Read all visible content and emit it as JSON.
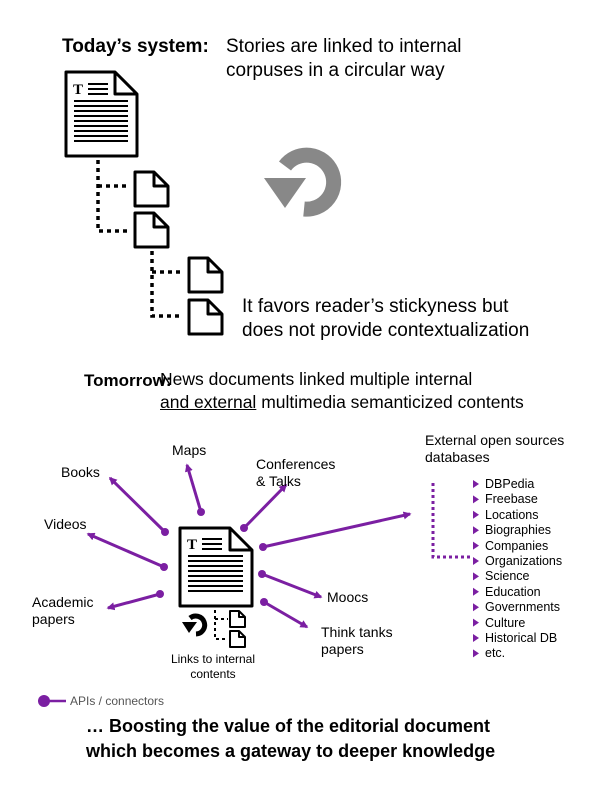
{
  "top": {
    "heading": "Today’s system:",
    "description_line1": "Stories are linked to internal",
    "description_line2": "corpuses in a circular way",
    "note_line1": "It favors reader’s stickyness but",
    "note_line2": "does not provide contextualization"
  },
  "middle": {
    "heading": "Tomorrow:",
    "description_line1": "News documents linked multiple internal",
    "description_line2_underlined": "and external",
    "description_line2_rest": " multimedia semanticized contents"
  },
  "targets": {
    "maps": "Maps",
    "books": "Books",
    "conferences_line1": "Conferences",
    "conferences_line2": "& Talks",
    "videos": "Videos",
    "academic_line1": "Academic",
    "academic_line2": "papers",
    "moocs": "Moocs",
    "think_tanks_line1": "Think tanks",
    "think_tanks_line2": "papers",
    "internal_links_line1": "Links to internal",
    "internal_links_line2": "contents"
  },
  "external": {
    "title_line1": "External open sources",
    "title_line2": "databases",
    "sources": [
      "DBPedia",
      "Freebase",
      "Locations",
      "Biographies",
      "Companies",
      "Organizations",
      "Science",
      "Education",
      "Governments",
      "Culture",
      "Historical DB",
      "etc."
    ]
  },
  "legend": {
    "label": "APIs / connectors"
  },
  "footer": {
    "line1": "… Boosting the value of the editorial document",
    "line2": "which becomes a gateway to deeper knowledge"
  },
  "colors": {
    "accent": "#7b1fa2",
    "gray_icon": "#888888"
  }
}
